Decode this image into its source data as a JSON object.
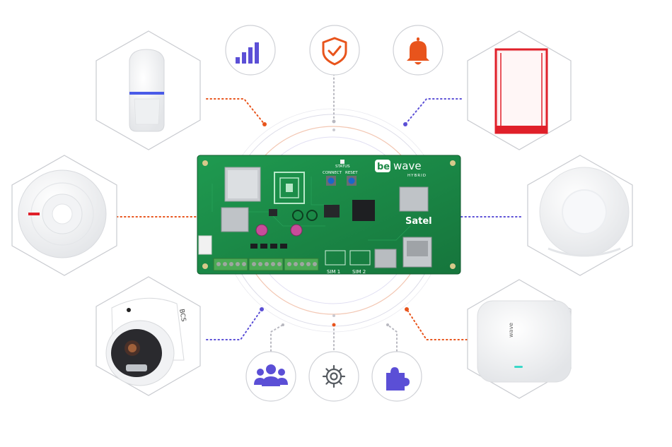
{
  "board": {
    "brand": "be",
    "brand_word": "wave",
    "brand_sub": "HYBRID",
    "maker": "Satel",
    "connect_label": "CONNECT",
    "reset_label": "RESET",
    "status_label": "STATUS",
    "sim1_label": "SIM 1",
    "sim2_label": "SIM 2"
  },
  "devices": {
    "camera_brand": "BCS",
    "repeater_brand": "wave"
  },
  "icons": {
    "top": [
      "signal-bars-icon",
      "shield-check-icon",
      "bell-icon"
    ],
    "bottom": [
      "users-icon",
      "gear-icon",
      "puzzle-icon"
    ]
  },
  "colors": {
    "purple": "#5b4fd6",
    "orange": "#e8541c",
    "pcb_green": "#1f8a48",
    "siren_red": "#e0202a"
  }
}
